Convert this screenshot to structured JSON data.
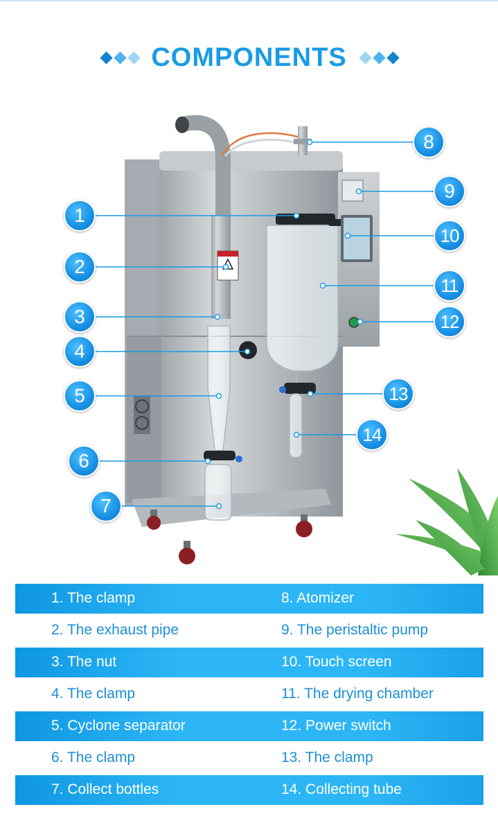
{
  "header": {
    "title": "COMPONENTS"
  },
  "callouts": [
    "1",
    "2",
    "3",
    "4",
    "5",
    "6",
    "7",
    "8",
    "9",
    "10",
    "11",
    "12",
    "13",
    "14"
  ],
  "legend": {
    "rows": [
      {
        "left": "1. The clamp",
        "right": "8. Atomizer",
        "style": "blue"
      },
      {
        "left": "2. The exhaust pipe",
        "right": "9. The peristaltic pump",
        "style": "white"
      },
      {
        "left": "3. The nut",
        "right": "10. Touch screen",
        "style": "blue"
      },
      {
        "left": "4. The clamp",
        "right": "11. The drying chamber",
        "style": "white"
      },
      {
        "left": "5. Cyclone separator",
        "right": "12. Power switch",
        "style": "blue"
      },
      {
        "left": "6. The clamp",
        "right": "13. The clamp",
        "style": "white"
      },
      {
        "left": "7. Collect bottles",
        "right": "14. Collecting tube",
        "style": "blue"
      }
    ]
  },
  "colors": {
    "accent": "#1a9be6",
    "row_blue": "#2cb6f6",
    "text_blue": "#1a8fd6",
    "steel": "#b9bec2"
  }
}
